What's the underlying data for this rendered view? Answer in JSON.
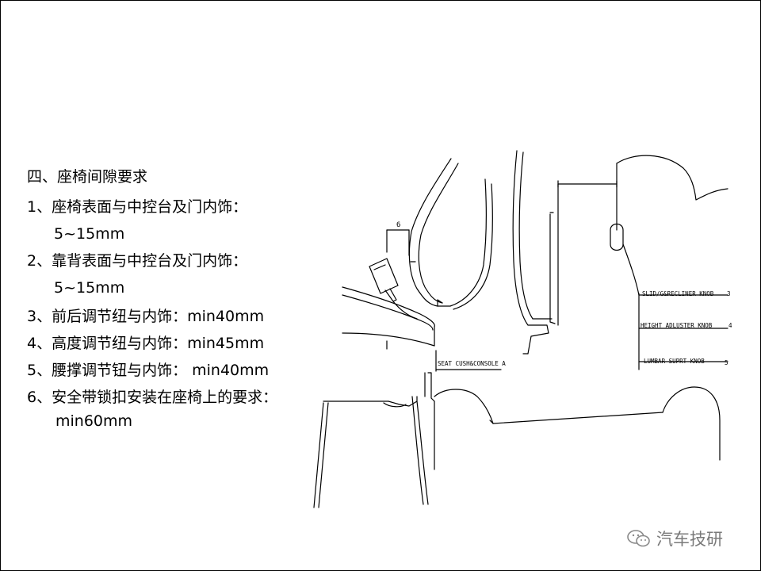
{
  "section_title": "四、座椅间隙要求",
  "requirements": [
    {
      "label": "1、座椅表面与中控台及门内饰：",
      "value": "5~15mm"
    },
    {
      "label": "2、靠背表面与中控台及门内饰：",
      "value": "5~15mm"
    },
    {
      "label": "3、前后调节纽与内饰：min40mm"
    },
    {
      "label": "4、高度调节纽与内饰：min45mm"
    },
    {
      "label": "5、腰撑调节钮与内饰： min40mm"
    },
    {
      "label": "6、安全带锁扣安装在座椅上的要求：",
      "value": "min60mm"
    }
  ],
  "drawing": {
    "callout_dimension": "6",
    "labels": {
      "slide_recliner_knob": "SLID/G&RECLINER KNOB",
      "slide_recliner_num": "3",
      "height_adjuster_knob": "HEIGHT ADLUSTER KNOB",
      "height_adjuster_num": "4",
      "lumbar_support_knob": "LUMBAR SUPRT KNOB",
      "lumbar_support_num": "5",
      "seat_cushion_console": "SEAT CUSH&CONSOLE A"
    }
  },
  "watermark": {
    "text": "汽车技研",
    "icon": "wechat-icon"
  }
}
